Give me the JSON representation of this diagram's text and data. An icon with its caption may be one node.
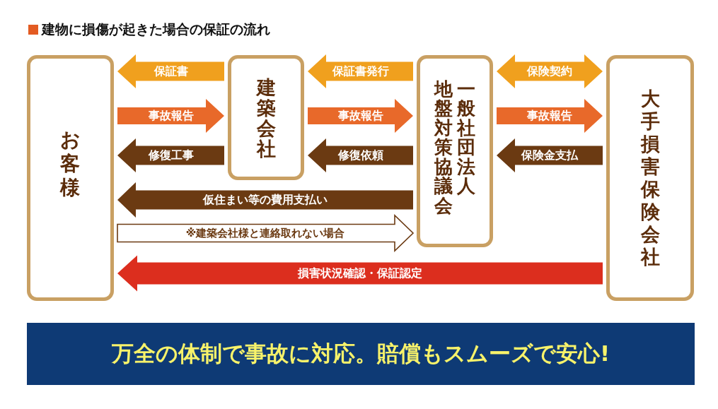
{
  "diagram": {
    "title": "建物に損傷が起きた場合の保証の流れ",
    "nodes": [
      {
        "text": [
          "お客様"
        ]
      },
      {
        "text": [
          "建築会社"
        ]
      },
      {
        "text": [
          "一般社団法人地盤対策協議会"
        ]
      },
      {
        "text": [
          "大手損害保険会社"
        ]
      },
      {
        "text": [
          "万全の体制で事故に対応。賠償もスムーズで安心!"
        ]
      }
    ],
    "edges": [
      {
        "from": 1,
        "to": 0,
        "arrow": "to",
        "label": "保証書",
        "color": "#f0a01e"
      },
      {
        "from": 2,
        "to": 1,
        "arrow": "to",
        "label": "保証書発行",
        "color": "#f0a01e"
      },
      {
        "from": 2,
        "to": 3,
        "arrow": "both",
        "label": "保険契約",
        "color": "#f0a01e"
      },
      {
        "from": 0,
        "to": 1,
        "arrow": "to",
        "label": "事故報告",
        "color": "#e8692a"
      },
      {
        "from": 1,
        "to": 2,
        "arrow": "to",
        "label": "事故報告",
        "color": "#e8692a"
      },
      {
        "from": 2,
        "to": 3,
        "arrow": "to",
        "label": "事故報告",
        "color": "#e8692a"
      },
      {
        "from": 1,
        "to": 0,
        "arrow": "to",
        "label": "修復工事"
      },
      {
        "from": 2,
        "to": 1,
        "arrow": "to",
        "label": "修復依頼"
      },
      {
        "from": 3,
        "to": 2,
        "arrow": "to",
        "label": "保険金支払"
      },
      {
        "from": 2,
        "to": 0,
        "arrow": "to",
        "label": "仮住まい等の費用支払い"
      },
      {
        "from": 0,
        "to": 2,
        "arrow": "to",
        "label": "※建築会社様と連絡取れない場合",
        "color": "#ffffff"
      },
      {
        "from": 3,
        "to": 0,
        "arrow": "to",
        "label": "損害状況確認・保証認定",
        "color": "#dc2e1e"
      }
    ]
  }
}
